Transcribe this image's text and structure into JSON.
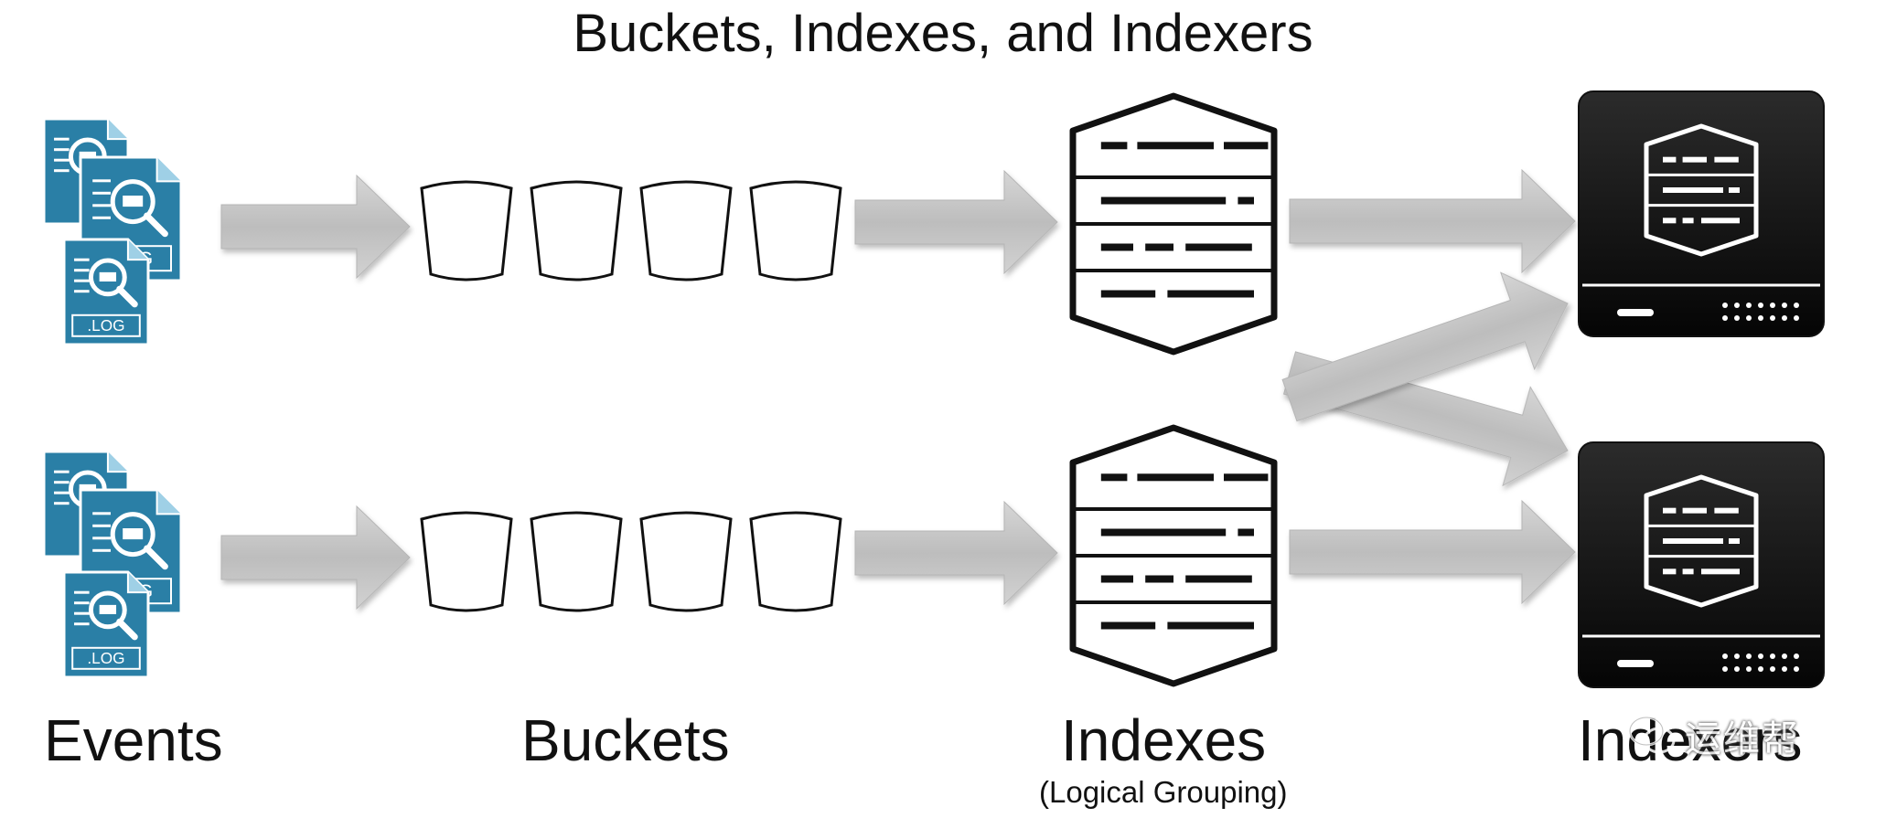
{
  "title": "Buckets, Indexes, and Indexers",
  "columns": {
    "events": "Events",
    "buckets": "Buckets",
    "indexes": "Indexes",
    "indexes_sub": "(Logical Grouping)",
    "indexers": "Indexers"
  },
  "log_file_label": ".LOG",
  "watermark_text": "运维帮",
  "icons": {
    "events": "log-file-stack-icon",
    "bucket": "bucket-icon",
    "index": "index-hexagon-icon",
    "indexer": "server-indexer-icon",
    "arrow": "flow-arrow-icon",
    "watermark": "wechat-icon"
  },
  "colors": {
    "log_blue": "#2a7fa6",
    "arrow_gray": "#c4c4c4",
    "server_black": "#111111",
    "text": "#111111"
  },
  "rows": [
    {
      "buckets_count": 4
    },
    {
      "buckets_count": 4
    }
  ]
}
